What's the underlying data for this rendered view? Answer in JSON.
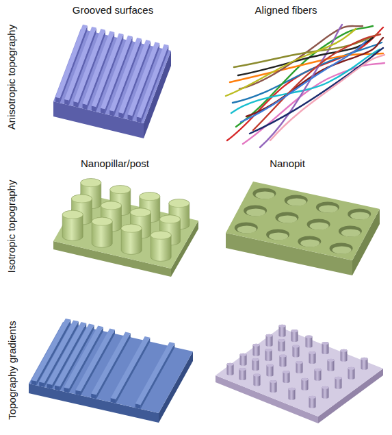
{
  "diagram": {
    "labels": [
      "Grooved surfaces",
      "Aligned fibers",
      "Anisotropic topography",
      "Nanopillar/post",
      "Nanopit",
      "Isotropic topography",
      "Topography gradients"
    ]
  }
}
